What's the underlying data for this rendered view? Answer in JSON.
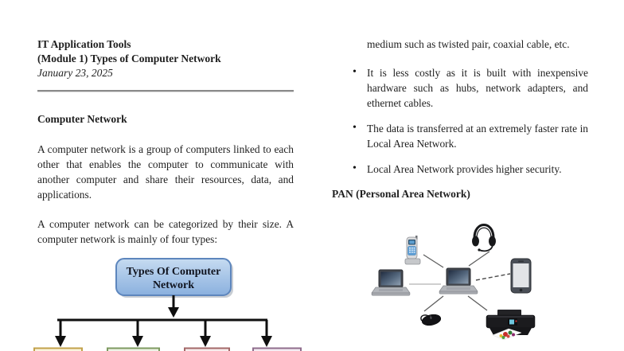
{
  "document": {
    "title_line1": "IT Application Tools",
    "title_line2": "(Module 1) Types of Computer Network",
    "date": "January 23, 2025"
  },
  "left": {
    "heading": "Computer Network",
    "para1": "A computer network is a group of computers linked to each other that enables the computer to communicate with another computer and share their resources, data, and applications.",
    "para2": "A computer network can be categorized by their size. A computer network is mainly of four types:",
    "diagram": {
      "root_line1": "Types Of Computer",
      "root_line2": "Network",
      "root_fill_top": "#c6dbf1",
      "root_fill_bottom": "#8ab0de",
      "root_border": "#5d86bd",
      "root_text_color": "#10141f",
      "arrow_color": "#0f0f0f",
      "branches": [
        {
          "name": "branch-1",
          "border": "#c2a24a",
          "fill": "#faf4dd"
        },
        {
          "name": "branch-2",
          "border": "#7d9a60",
          "fill": "#eef3e6"
        },
        {
          "name": "branch-3",
          "border": "#a36868",
          "fill": "#f7ecec"
        },
        {
          "name": "branch-4",
          "border": "#8f6d8c",
          "fill": "#f3ecf2"
        }
      ]
    }
  },
  "right": {
    "continuation": "medium such as twisted pair, coaxial cable, etc.",
    "bullets": [
      "It is less costly as it is built with inexpensive hardware such as hubs, network adapters, and ethernet cables.",
      "The data is transferred at an extremely faster rate in Local Area Network.",
      "Local Area Network provides higher security."
    ],
    "bullet_glyph": "•",
    "pan_heading": "PAN (Personal Area Network)",
    "pan_diagram": {
      "devices": [
        "cordless-phone",
        "headset",
        "laptop",
        "laptop",
        "smartphone",
        "mouse",
        "printer"
      ],
      "link_color": "#5e5e5e",
      "laptop_link_color": "#cfcfcf",
      "dashed_link_color": "#4a4a4a"
    }
  }
}
